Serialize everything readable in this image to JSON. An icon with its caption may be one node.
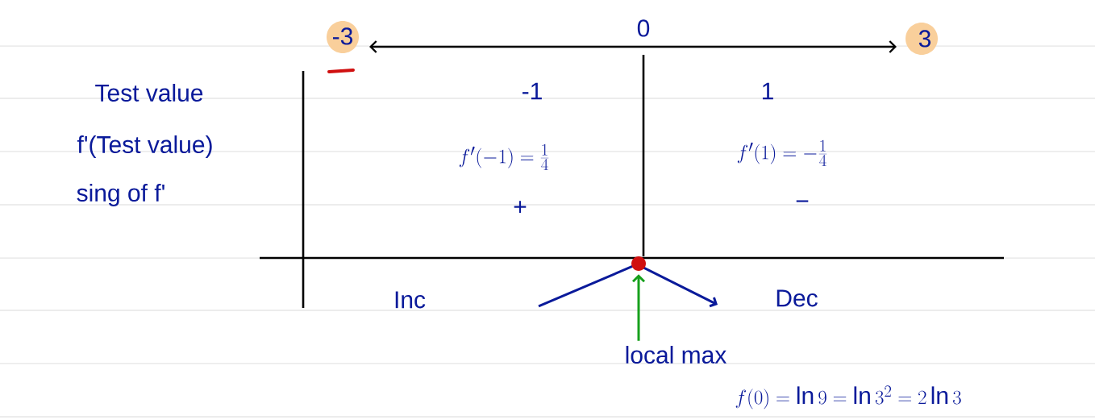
{
  "diagram": {
    "nodes": [
      {
        "text": [
          "local max"
        ]
      },
      {
        "text": [],
        "shape": "circle"
      }
    ],
    "edges": [
      {
        "from": 0,
        "to": 1,
        "arrow": "to",
        "color": "#16a01c"
      }
    ],
    "labels": [
      "-3",
      "0",
      "3",
      "Test value",
      "-1",
      "1",
      "f'(Test value)",
      "f'(-1) = \\frac{1}{4}",
      "f'(1) = -\\frac{1}{4}",
      "sing of f'",
      "+",
      "−",
      "Inc",
      "Dec",
      "f(0) = \\ln 9 = \\ln 3^{2} = 2\\ln 3"
    ]
  }
}
